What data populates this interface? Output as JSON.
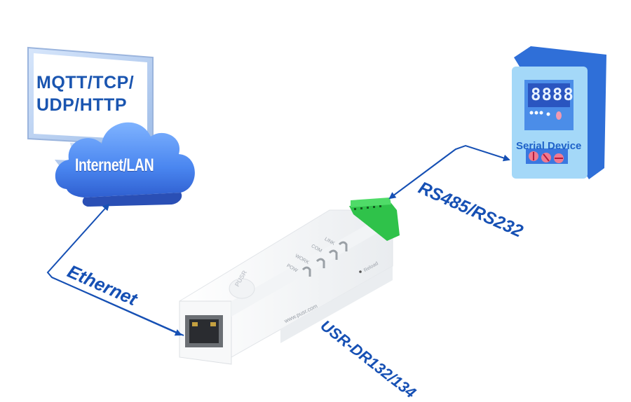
{
  "diagram": {
    "monitor": {
      "line1": "MQTT/TCP/",
      "line2": "UDP/HTTP"
    },
    "cloud": {
      "label": "Internet/LAN"
    },
    "serial_device": {
      "display": "8888",
      "label": "Serial Device"
    },
    "links": {
      "ethernet": "Ethernet",
      "serial": "RS485/RS232"
    },
    "product": {
      "model": "USR-DR132/134",
      "website": "www.pusr.com",
      "logo": "PUSR",
      "leds": [
        "POW",
        "WORK",
        "COM",
        "LINK"
      ],
      "reload_label": "Reload"
    },
    "colors": {
      "arrow": "#1650b4",
      "label": "#1650b4",
      "cloud": "#3d7ff0",
      "device_body": "#3a86e6",
      "device_face": "#9fd4f7",
      "terminal_block": "#2fc24a"
    }
  }
}
